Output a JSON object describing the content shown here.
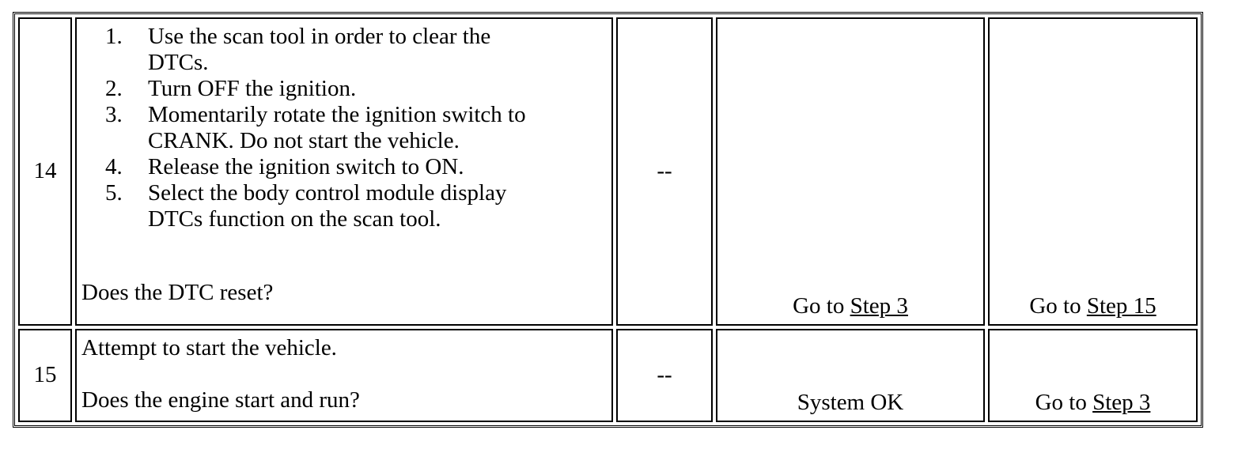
{
  "table": {
    "rows": [
      {
        "step": "14",
        "actions": [
          {
            "num": "1.",
            "lines": [
              "Use the scan tool in order to clear the",
              "DTCs."
            ]
          },
          {
            "num": "2.",
            "lines": [
              "Turn OFF the ignition."
            ]
          },
          {
            "num": "3.",
            "lines": [
              "Momentarily rotate the ignition switch to",
              "CRANK. Do not start the vehicle."
            ]
          },
          {
            "num": "4.",
            "lines": [
              "Release the ignition switch to ON."
            ]
          },
          {
            "num": "5.",
            "lines": [
              "Select the body control module display",
              "DTCs function on the scan tool."
            ]
          }
        ],
        "question": "Does the DTC reset?",
        "value": "--",
        "yes_prefix": "Go to ",
        "yes_link": "Step 3",
        "no_prefix": "Go to ",
        "no_link": "Step 15"
      },
      {
        "step": "15",
        "action": "Attempt to start the vehicle.",
        "question": "Does the engine start and run?",
        "value": "--",
        "yes_text": "System OK",
        "no_prefix": "Go to ",
        "no_link": "Step 3"
      }
    ]
  }
}
